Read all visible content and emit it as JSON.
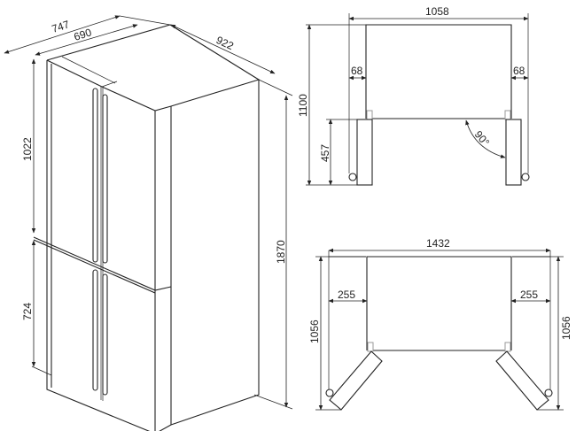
{
  "figure": {
    "perspective_view": {
      "width_outer": "747",
      "width_inner": "690",
      "depth": "922",
      "upper_door_height": "1022",
      "lower_door_height": "724",
      "total_height": "1870"
    },
    "upper_plan_view": {
      "overall_width": "1058",
      "left_clearance": "68",
      "right_clearance": "68",
      "overall_depth": "1100",
      "door_depth": "457",
      "door_angle": "90°"
    },
    "lower_plan_view": {
      "overall_width": "1432",
      "left_clearance": "255",
      "right_clearance": "255",
      "left_depth": "1056",
      "right_depth": "1056"
    }
  }
}
